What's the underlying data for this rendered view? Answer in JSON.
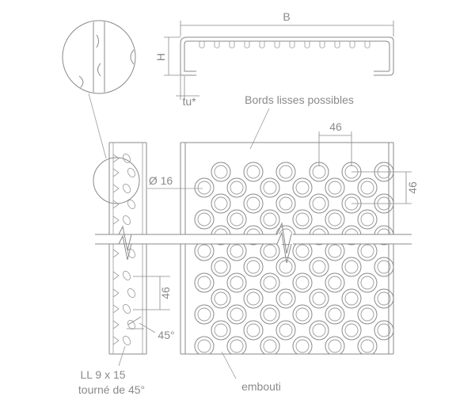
{
  "labels": {
    "width": "B",
    "height": "H",
    "thickness": "tu*",
    "edges": "Bords lisses possibles",
    "pitch_h": "46",
    "pitch_v": "46",
    "pitch_side": "46",
    "diameter": "Ø 16",
    "angle": "45°",
    "slot_size": "LL 9 x 15",
    "slot_turn": "tourné de 45°",
    "embossed": "embouti"
  },
  "colors": {
    "stroke": "#8a8a8a",
    "background": "#ffffff"
  }
}
